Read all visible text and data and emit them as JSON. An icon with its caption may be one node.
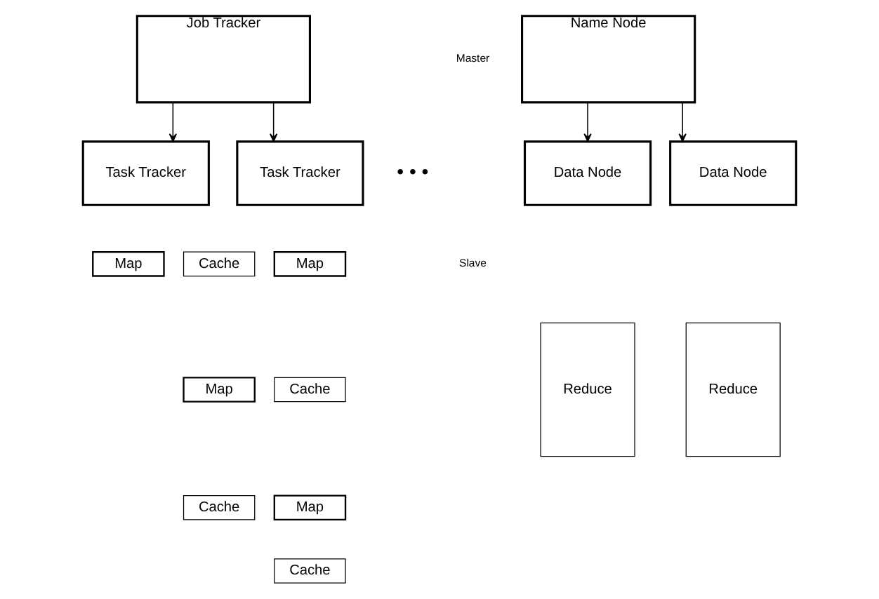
{
  "diagram": {
    "nodes": [
      {
        "text": [
          "Job Tracker"
        ]
      },
      {
        "text": [
          "Name Node"
        ]
      },
      {
        "text": [
          "Task Tracker"
        ]
      },
      {
        "text": [
          "Data Node"
        ]
      },
      {
        "text": [
          "Task Tracker"
        ]
      },
      {
        "text": [
          "Data Node"
        ]
      },
      {
        "text": [
          "Map"
        ]
      },
      {
        "text": [
          "Cache"
        ]
      },
      {
        "text": [
          "Map"
        ]
      },
      {
        "text": [
          "Cache"
        ]
      },
      {
        "text": [
          "Reduce"
        ]
      },
      {
        "text": [
          "Map"
        ]
      },
      {
        "text": [
          "Cache"
        ]
      },
      {
        "text": [
          "Map"
        ]
      },
      {
        "text": [
          "Cache"
        ]
      },
      {
        "text": [
          "Reduce"
        ]
      }
    ],
    "edges": [
      {
        "from": 0,
        "to": 2,
        "arrow": "to"
      },
      {
        "from": 0,
        "to": 4,
        "arrow": "to"
      },
      {
        "from": 1,
        "to": 3,
        "arrow": "to"
      },
      {
        "from": 1,
        "to": 5,
        "arrow": "to"
      }
    ],
    "labels": [
      "Master",
      "Slave",
      "• • •"
    ]
  }
}
